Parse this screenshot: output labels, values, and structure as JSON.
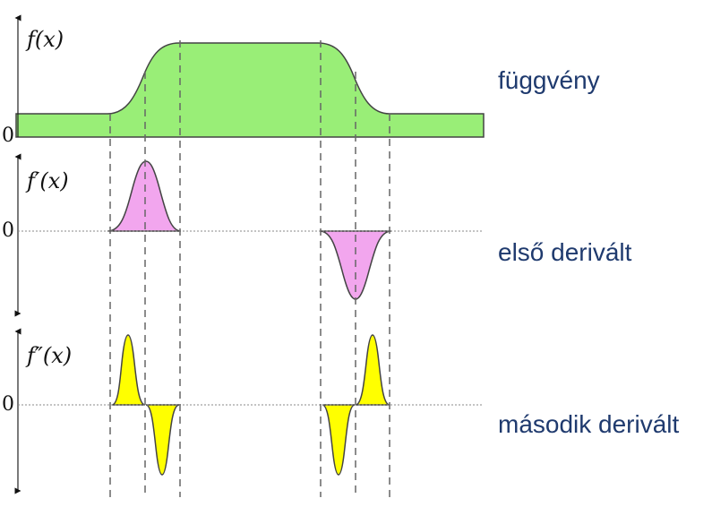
{
  "panels": [
    {
      "axis_label": "f(x)",
      "zero_label": "0",
      "caption": "függvény",
      "fill_color": "#99ee77"
    },
    {
      "axis_label": "f′(x)",
      "zero_label": "0",
      "caption": "első derivált",
      "fill_color": "#f2a6ee"
    },
    {
      "axis_label": "f″(x)",
      "zero_label": "0",
      "caption": "második derivált",
      "fill_color": "#ffff00"
    }
  ],
  "colors": {
    "text_caption": "#1f3a6e",
    "outline": "#333333",
    "dashed_guides": "#666666"
  }
}
